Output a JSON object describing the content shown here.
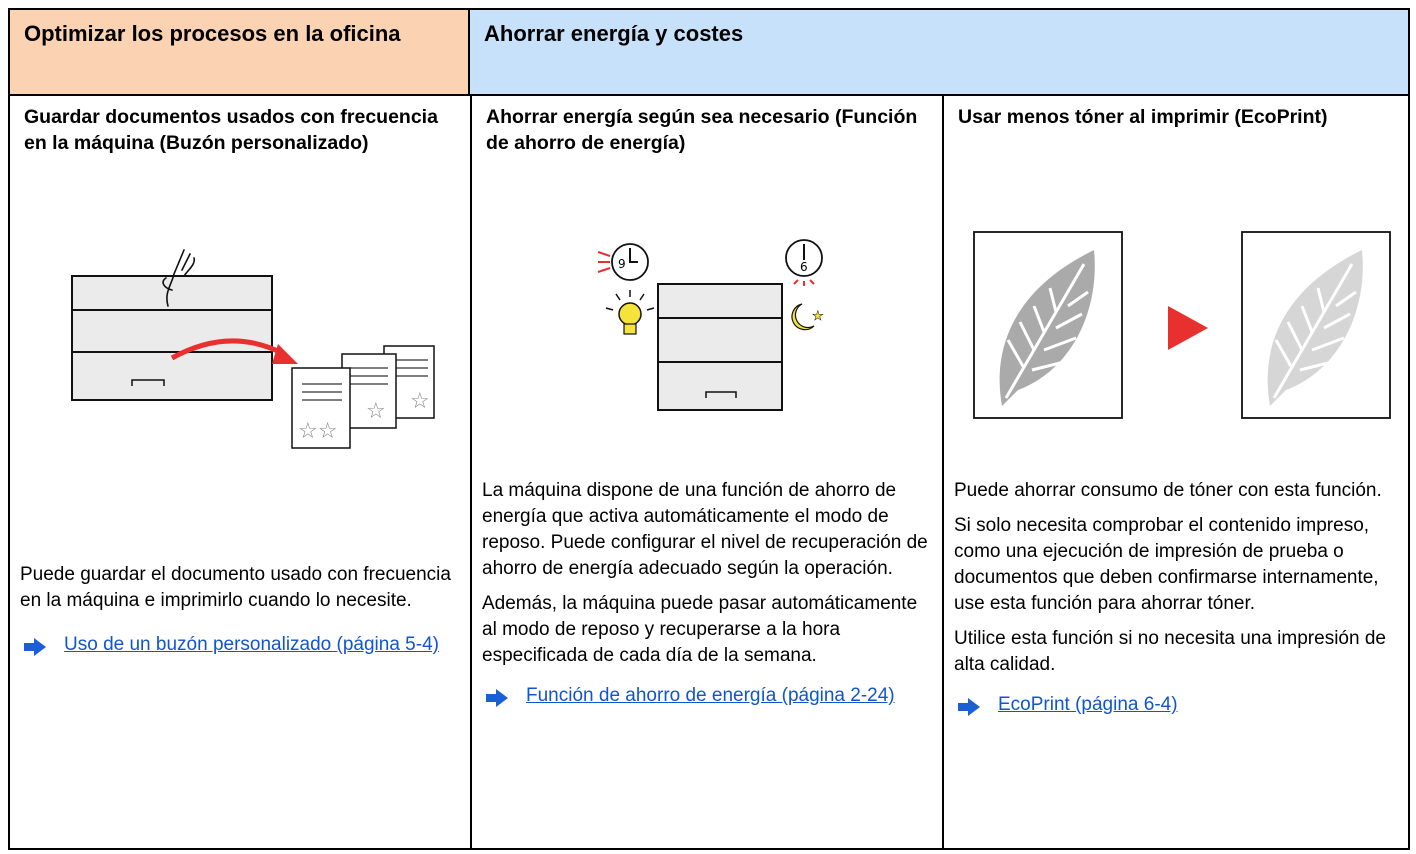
{
  "header": {
    "left_title": "Optimizar los procesos en la oficina",
    "right_title": "Ahorrar energía y costes"
  },
  "columns": [
    {
      "subtitle": "Guardar documentos usados con frecuencia en la máquina (Buzón personalizado)",
      "paragraphs": [
        "Puede guardar el documento usado con frecuencia en la máquina e imprimirlo cuando lo necesite."
      ],
      "link": "Uso de un buzón personalizado (página 5-4)",
      "illustration": "printer-custom-box-illustration"
    },
    {
      "subtitle": "Ahorrar energía según sea necesario (Función de ahorro de energía)",
      "paragraphs": [
        "La máquina dispone de una función de ahorro de energía que activa automáticamente el modo de reposo. Puede configurar el nivel de recuperación de ahorro de energía adecuado según la operación.",
        "Además, la máquina puede pasar automáticamente al modo de reposo y recuperarse a la hora especificada de cada día de la semana."
      ],
      "link": "Función de ahorro de energía (página 2-24)",
      "illustration": "energy-saver-illustration",
      "clock_labels": [
        "9",
        "6"
      ]
    },
    {
      "subtitle": "Usar menos tóner al imprimir (EcoPrint)",
      "paragraphs": [
        "Puede ahorrar consumo de tóner con esta función.",
        "Si solo necesita comprobar el contenido impreso, como una ejecución de impresión de prueba o documentos que deben confirmarse internamente, use esta función para ahorrar tóner.",
        "Utilice esta función si no necesita una impresión de alta calidad."
      ],
      "link": "EcoPrint (página 6-4)",
      "illustration": "ecoprint-leaf-illustration"
    }
  ],
  "colors": {
    "header_left": "#fbd3b3",
    "header_right": "#c6e1f9",
    "link": "#1155cc",
    "arrow": "#1a5fd6",
    "accent_red": "#e8312f",
    "bulb_yellow": "#f5e23a"
  }
}
